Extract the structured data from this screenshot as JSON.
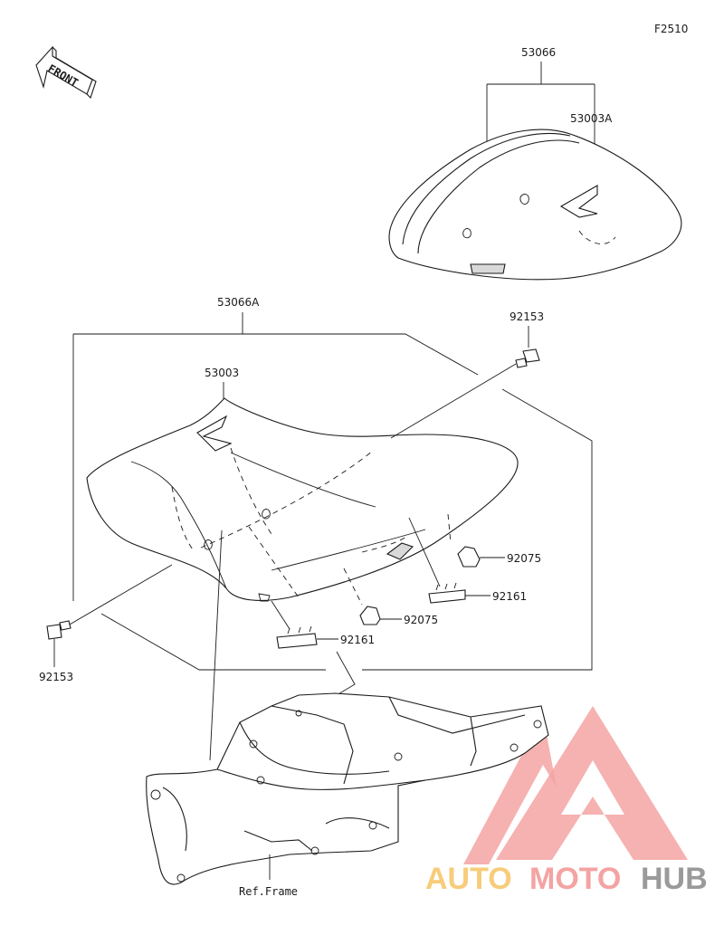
{
  "figure_code": "F2510",
  "front_label": "FRONT",
  "parts": {
    "rear_seat_assy": "53066",
    "rear_seat_hook": "53003A",
    "front_seat_assy": "53066A",
    "front_seat_hook": "53003",
    "bolt_right": "92153",
    "bolt_left": "92153",
    "damper_center": "92075",
    "damper_right": "92075",
    "cushion_left": "92161",
    "cushion_right": "92161"
  },
  "ref_frame_label": "Ref.Frame",
  "watermark": {
    "text_auto": "AUTO",
    "text_moto": "MOTO",
    "text_hub": "HUB",
    "color_logo": "#f29b9b",
    "color_auto": "#f7cc7a",
    "color_hub": "#9a9a9a"
  }
}
